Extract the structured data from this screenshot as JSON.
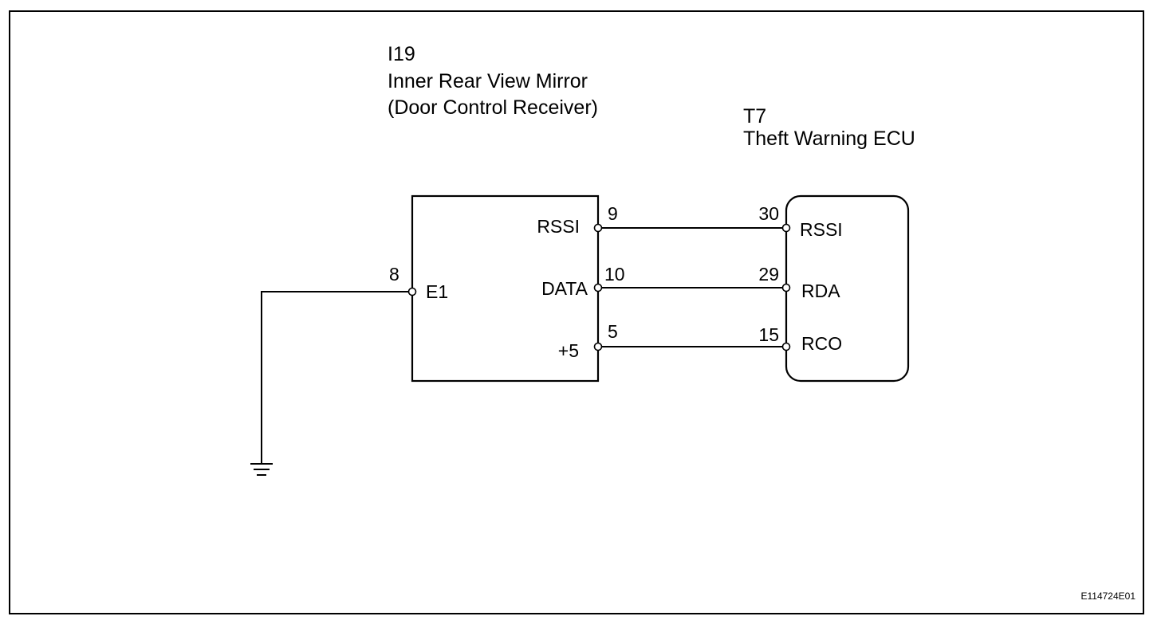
{
  "components": {
    "receiver": {
      "code": "I19",
      "name_line1": "Inner Rear View Mirror",
      "name_line2": "(Door Control Receiver)"
    },
    "ecu": {
      "code": "T7",
      "name": "Theft Warning ECU"
    }
  },
  "receiver_pins": {
    "rssi": {
      "label": "RSSI",
      "number": "9"
    },
    "data": {
      "label": "DATA",
      "number": "10"
    },
    "plus5": {
      "label": "+5",
      "number": "5"
    },
    "e1": {
      "label": "E1",
      "number": "8"
    }
  },
  "ecu_pins": {
    "rssi": {
      "label": "RSSI",
      "number": "30"
    },
    "rda": {
      "label": "RDA",
      "number": "29"
    },
    "rco": {
      "label": "RCO",
      "number": "15"
    }
  },
  "figure_id": "E114724E01"
}
